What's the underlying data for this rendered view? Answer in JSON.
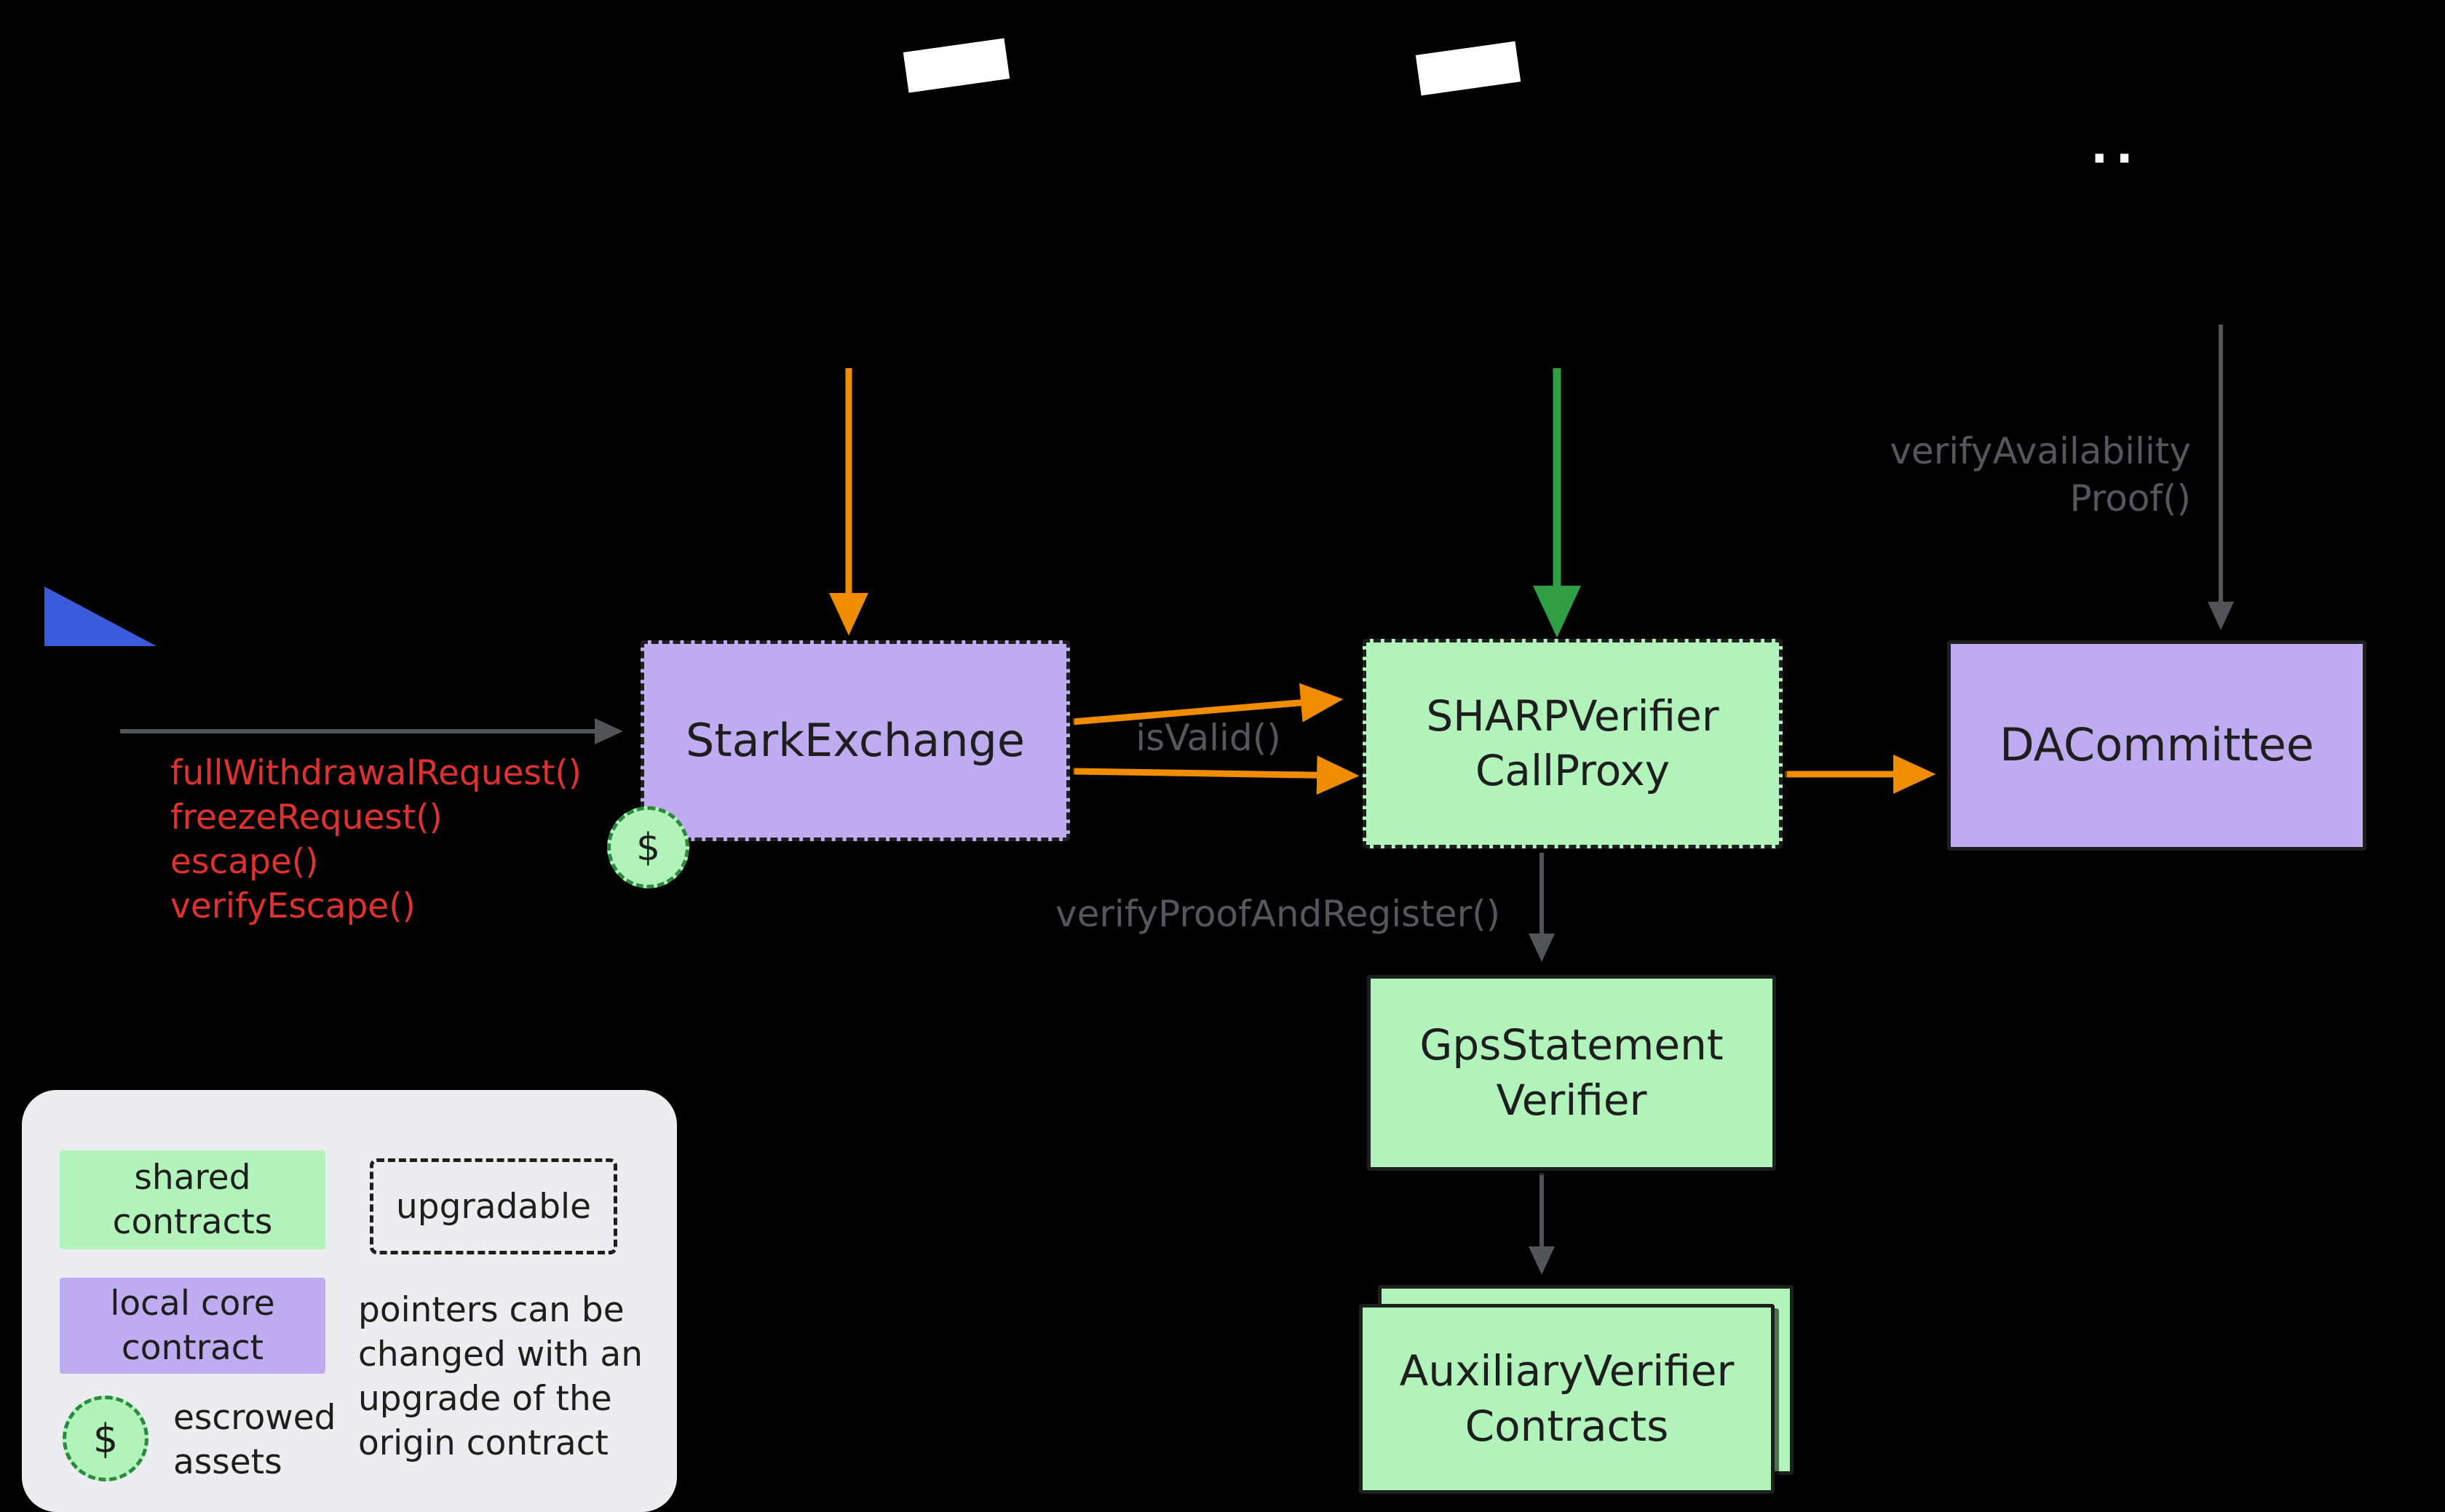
{
  "nodes": {
    "stark_exchange": {
      "label": "StarkExchange"
    },
    "sharp_verifier": {
      "label": "SHARPVerifier\nCallProxy"
    },
    "da_committee": {
      "label": "DACommittee"
    },
    "gps_statement_verifier": {
      "label": "GpsStatement\nVerifier"
    },
    "auxiliary_verifier": {
      "label": "AuxiliaryVerifier\nContracts"
    }
  },
  "labels": {
    "is_valid": "isValid()",
    "verify_proof_and_register": "verifyProofAndRegister()",
    "verify_availability_proof": "verifyAvailability\nProof()",
    "dots": "··"
  },
  "user_calls": [
    "fullWithdrawalRequest()",
    "freezeRequest()",
    "escape()",
    "verifyEscape()"
  ],
  "escrow": {
    "symbol": "$"
  },
  "legend": {
    "shared_contracts": "shared\ncontracts",
    "upgradable": "upgradable",
    "local_core_contract": "local core\ncontract",
    "escrow_symbol": "$",
    "escrowed_assets": "escrowed\nassets",
    "note": "pointers can be\nchanged with an\nupgrade of the\norigin contract"
  },
  "colors": {
    "background": "#000000",
    "purple_fill": "#beabf0",
    "green_fill": "#b2f2bb",
    "orange_arrow": "#f08c00",
    "green_arrow": "#2f9e44",
    "gray_arrow": "#515459",
    "gray_text": "#54575d",
    "red_text": "#e03131",
    "dark_text": "#1e1e1e",
    "legend_background": "#ebedf0",
    "blue_shape": "#3b5bdb",
    "white": "#ffffff"
  }
}
